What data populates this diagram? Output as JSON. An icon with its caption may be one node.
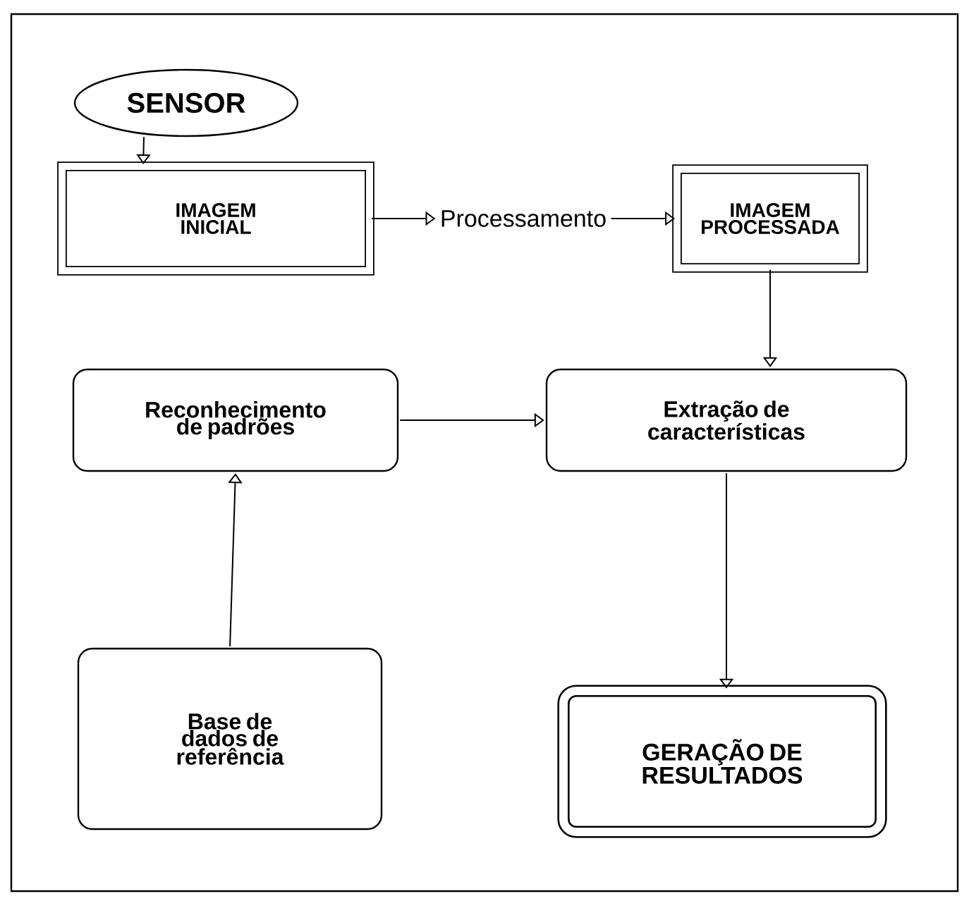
{
  "diagram": {
    "nodes": [
      {
        "text": [
          "SENSOR"
        ]
      },
      {
        "text": [
          "IMAGEM INICIAL"
        ]
      },
      {
        "text": [
          "Processamento"
        ]
      },
      {
        "text": [
          "IMAGEM PROCESSADA"
        ]
      },
      {
        "text": [
          "Reconhecimento de padrões"
        ]
      },
      {
        "text": [
          "Extração de características"
        ]
      },
      {
        "text": [
          "Base de dados de referência"
        ]
      },
      {
        "text": [
          "GERAÇÃO DE RESULTADOS"
        ]
      }
    ],
    "edges": [
      {
        "from": 0,
        "to": 1,
        "arrow": "to"
      },
      {
        "from": 1,
        "to": 2,
        "arrow": "to"
      },
      {
        "from": 2,
        "to": 3,
        "arrow": "to"
      },
      {
        "from": 3,
        "to": 5,
        "arrow": "to"
      },
      {
        "from": 4,
        "to": 5,
        "arrow": "to"
      },
      {
        "from": 6,
        "to": 4,
        "arrow": "to"
      },
      {
        "from": 5,
        "to": 7,
        "arrow": "to"
      }
    ]
  }
}
